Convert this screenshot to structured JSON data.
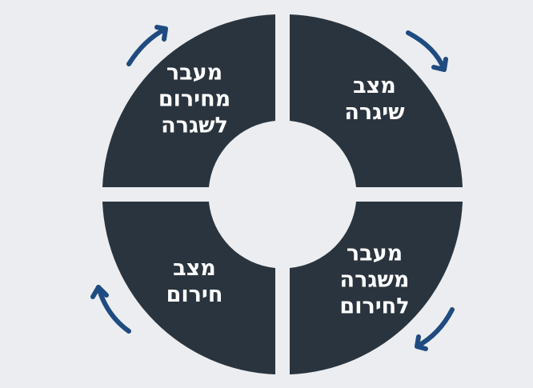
{
  "diagram": {
    "colors": {
      "background": "#ebedf0",
      "segment": "#2a343e",
      "arrow": "#1f4b80"
    },
    "segments": [
      {
        "id": "top-left",
        "lines": [
          "מעבר",
          "מחירום",
          "לשגרה"
        ]
      },
      {
        "id": "top-right",
        "lines": [
          "מצב",
          "שיגרה"
        ]
      },
      {
        "id": "bottom-left",
        "lines": [
          "מצב",
          "חירום"
        ]
      },
      {
        "id": "bottom-right",
        "lines": [
          "מעבר",
          "משגרה",
          "לחירום"
        ]
      }
    ],
    "arrows": [
      {
        "icon": "curved-arrow-icon",
        "direction": "clockwise",
        "position": "top"
      },
      {
        "icon": "curved-arrow-icon",
        "direction": "clockwise",
        "position": "right-top"
      },
      {
        "icon": "curved-arrow-icon",
        "direction": "clockwise",
        "position": "right-bottom"
      },
      {
        "icon": "curved-arrow-icon",
        "direction": "clockwise",
        "position": "left"
      }
    ]
  }
}
